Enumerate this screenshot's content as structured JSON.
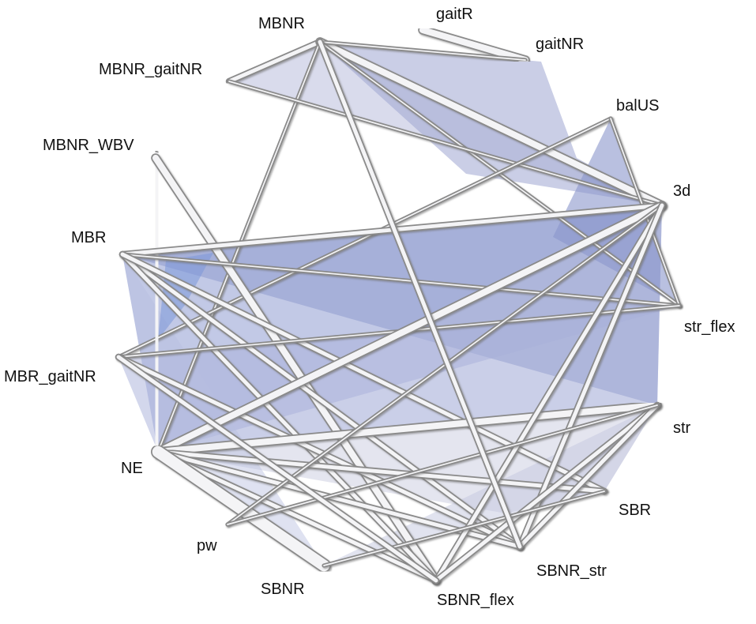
{
  "colors": {
    "background": "#ffffff",
    "label": "#111111",
    "edge_fill_light": "#f4f4f6",
    "edge_outline": "#8a8a8a",
    "edge_shadow": "#7a7a7a"
  },
  "nodes": [
    {
      "id": "gaitR",
      "label": "gaitR"
    },
    {
      "id": "gaitNR",
      "label": "gaitNR"
    },
    {
      "id": "MBNR",
      "label": "MBNR"
    },
    {
      "id": "MBNR_gaitNR",
      "label": "MBNR_gaitNR"
    },
    {
      "id": "balUS",
      "label": "balUS"
    },
    {
      "id": "MBNR_WBV",
      "label": "MBNR_WBV"
    },
    {
      "id": "3d",
      "label": "3d"
    },
    {
      "id": "MBR",
      "label": "MBR"
    },
    {
      "id": "str_flex",
      "label": "str_flex"
    },
    {
      "id": "MBR_gaitNR",
      "label": "MBR_gaitNR"
    },
    {
      "id": "str",
      "label": "str"
    },
    {
      "id": "NE",
      "label": "NE"
    },
    {
      "id": "SBR",
      "label": "SBR"
    },
    {
      "id": "pw",
      "label": "pw"
    },
    {
      "id": "SBNR_str",
      "label": "SBNR_str"
    },
    {
      "id": "SBNR",
      "label": "SBNR"
    },
    {
      "id": "SBNR_flex",
      "label": "SBNR_flex"
    }
  ],
  "regions": [
    {
      "id": "MBNR-3d-MBNR_gaitNR",
      "color": "#b9bedc",
      "opacity": 0.55
    },
    {
      "id": "MBNR-gaitNR-str_flex",
      "color": "#9fa6d2",
      "opacity": 0.55
    },
    {
      "id": "MBR-3d-str",
      "color": "#98a2cf",
      "opacity": 0.6
    },
    {
      "id": "MBR-3d-NE",
      "color": "#8f9dd2",
      "opacity": 0.55
    },
    {
      "id": "NE-3d-str",
      "color": "#9ea7d6",
      "opacity": 0.55
    },
    {
      "id": "balUS-3d-str_flex",
      "color": "#8b96cc",
      "opacity": 0.6
    },
    {
      "id": "MBR_gaitNR-str_flex-NE",
      "color": "#a8b0da",
      "opacity": 0.5
    },
    {
      "id": "NE-str-SBR",
      "color": "#cdd0e2",
      "opacity": 0.55
    },
    {
      "id": "pw-str-SBNR",
      "color": "#c3c7df",
      "opacity": 0.5
    },
    {
      "id": "NE-MBR-SBNR",
      "color": "#b7bfdf",
      "opacity": 0.45
    },
    {
      "id": "MBR-blue-spot",
      "color": "#7b98d8",
      "opacity": 0.55
    }
  ],
  "edges": [
    {
      "source": "gaitR",
      "target": "gaitNR",
      "weight": 3
    },
    {
      "source": "MBNR",
      "target": "MBNR_gaitNR",
      "weight": 2
    },
    {
      "source": "MBNR",
      "target": "3d",
      "weight": 3
    },
    {
      "source": "MBNR",
      "target": "gaitNR",
      "weight": 1
    },
    {
      "source": "MBNR",
      "target": "str_flex",
      "weight": 1
    },
    {
      "source": "MBNR",
      "target": "NE",
      "weight": 1
    },
    {
      "source": "MBNR_gaitNR",
      "target": "3d",
      "weight": 1
    },
    {
      "source": "balUS",
      "target": "MBR_gaitNR",
      "weight": 1
    },
    {
      "source": "balUS",
      "target": "str_flex",
      "weight": 1
    },
    {
      "source": "MBNR_WBV",
      "target": "NE",
      "weight": 5
    },
    {
      "source": "MBNR_WBV",
      "target": "SBNR_flex",
      "weight": 3
    },
    {
      "source": "MBR",
      "target": "3d",
      "weight": 2
    },
    {
      "source": "MBR",
      "target": "str_flex",
      "weight": 1
    },
    {
      "source": "MBR",
      "target": "SBNR_str",
      "weight": 2
    },
    {
      "source": "MBR",
      "target": "SBNR_flex",
      "weight": 2
    },
    {
      "source": "MBR",
      "target": "SBR",
      "weight": 2
    },
    {
      "source": "MBR_gaitNR",
      "target": "str_flex",
      "weight": 1
    },
    {
      "source": "MBR_gaitNR",
      "target": "SBNR_str",
      "weight": 2
    },
    {
      "source": "NE",
      "target": "3d",
      "weight": 3
    },
    {
      "source": "NE",
      "target": "str",
      "weight": 3
    },
    {
      "source": "NE",
      "target": "SBR",
      "weight": 2
    },
    {
      "source": "NE",
      "target": "SBNR_str",
      "weight": 2
    },
    {
      "source": "NE",
      "target": "SBNR_flex",
      "weight": 2
    },
    {
      "source": "NE",
      "target": "SBNR",
      "weight": 5
    },
    {
      "source": "3d",
      "target": "SBNR_flex",
      "weight": 2
    },
    {
      "source": "3d",
      "target": "pw",
      "weight": 1
    },
    {
      "source": "3d",
      "target": "SBNR_str",
      "weight": 2
    },
    {
      "source": "str",
      "target": "SBNR_flex",
      "weight": 2
    },
    {
      "source": "str",
      "target": "SBNR_str",
      "weight": 2
    },
    {
      "source": "str",
      "target": "pw",
      "weight": 1
    },
    {
      "source": "SBR",
      "target": "SBNR",
      "weight": 1
    },
    {
      "source": "SBNR_str",
      "target": "MBNR",
      "weight": 2
    },
    {
      "source": "SBNR_flex",
      "target": "MBR_gaitNR",
      "weight": 2
    }
  ]
}
